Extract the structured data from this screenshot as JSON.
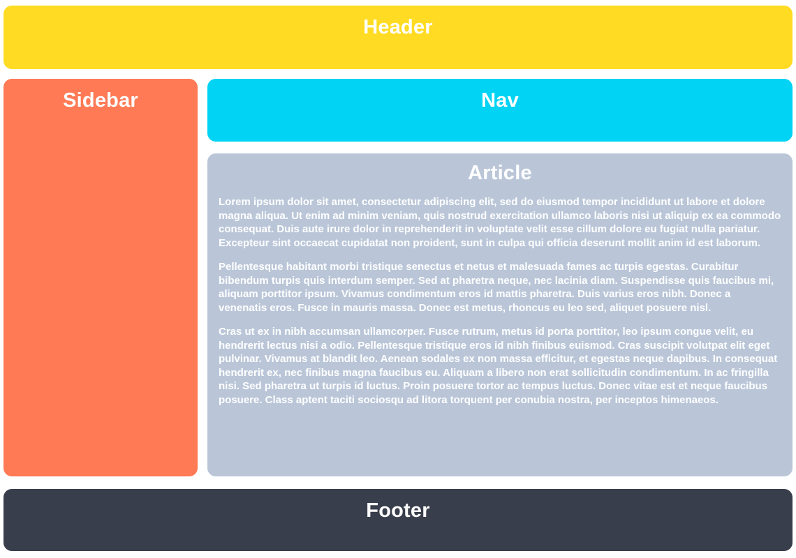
{
  "header": {
    "title": "Header"
  },
  "sidebar": {
    "title": "Sidebar"
  },
  "nav": {
    "title": "Nav"
  },
  "article": {
    "title": "Article",
    "paragraphs": [
      "Lorem ipsum dolor sit amet, consectetur adipiscing elit, sed do eiusmod tempor incididunt ut labore et dolore magna aliqua. Ut enim ad minim veniam, quis nostrud exercitation ullamco laboris nisi ut aliquip ex ea commodo consequat. Duis aute irure dolor in reprehenderit in voluptate velit esse cillum dolore eu fugiat nulla pariatur. Excepteur sint occaecat cupidatat non proident, sunt in culpa qui officia deserunt mollit anim id est laborum.",
      "Pellentesque habitant morbi tristique senectus et netus et malesuada fames ac turpis egestas. Curabitur bibendum turpis quis interdum semper. Sed at pharetra neque, nec lacinia diam. Suspendisse quis faucibus mi, aliquam porttitor ipsum. Vivamus condimentum eros id mattis pharetra. Duis varius eros nibh. Donec a venenatis eros. Fusce in mauris massa. Donec est metus, rhoncus eu leo sed, aliquet posuere nisl.",
      "Cras ut ex in nibh accumsan ullamcorper. Fusce rutrum, metus id porta porttitor, leo ipsum congue velit, eu hendrerit lectus nisi a odio. Pellentesque tristique eros id nibh finibus euismod. Cras suscipit volutpat elit eget pulvinar. Vivamus at blandit leo. Aenean sodales ex non massa efficitur, et egestas neque dapibus. In consequat hendrerit ex, nec finibus magna faucibus eu. Aliquam a libero non erat sollicitudin condimentum. In ac fringilla nisi. Sed pharetra ut turpis id luctus. Proin posuere tortor ac tempus luctus. Donec vitae est et neque faucibus posuere. Class aptent taciti sociosqu ad litora torquent per conubia nostra, per inceptos himenaeos."
    ]
  },
  "footer": {
    "title": "Footer"
  },
  "colors": {
    "page_bg": "#ffffff",
    "header_bg": "#ffdc23",
    "sidebar_bg": "#ff7a55",
    "nav_bg": "#00d3f3",
    "article_bg": "#bac6d8",
    "footer_bg": "#393e4c",
    "text": "#ffffff"
  }
}
